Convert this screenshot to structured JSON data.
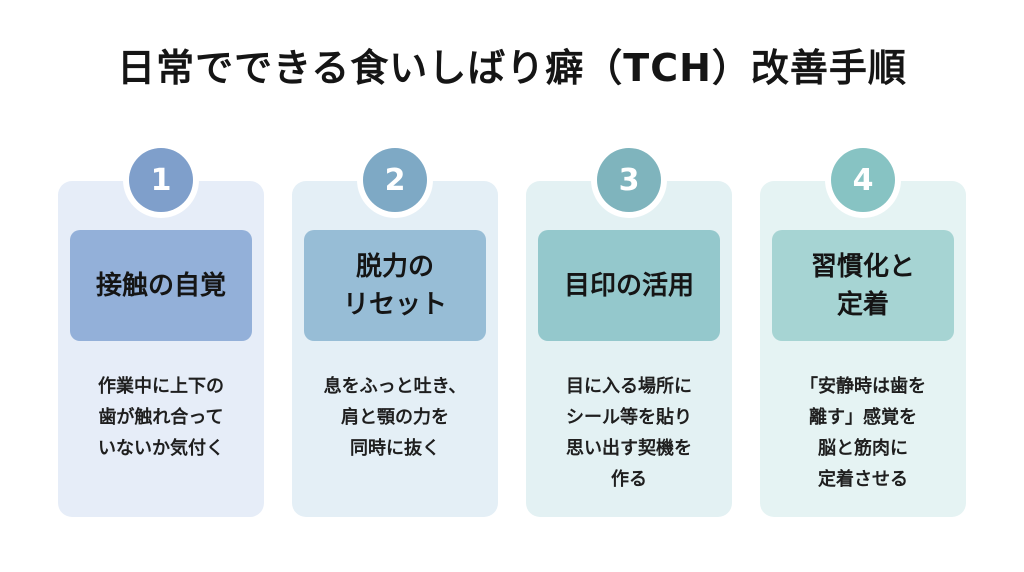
{
  "title": "日常でできる食いしばり癖（TCH）改善手順",
  "steps": [
    {
      "number": "1",
      "heading": "接触の自覚",
      "description": "作業中に上下の\n歯が触れ合って\nいないか気付く",
      "badge_color": "#7f9fcb",
      "card_color": "#e6edf8",
      "heading_color": "#93b0d9"
    },
    {
      "number": "2",
      "heading": "脱力の\nリセット",
      "description": "息をふっと吐き、\n肩と顎の力を\n同時に抜く",
      "badge_color": "#7ea9c5",
      "card_color": "#e4eff6",
      "heading_color": "#97bdd6"
    },
    {
      "number": "3",
      "heading": "目印の活用",
      "description": "目に入る場所に\nシール等を貼り\n思い出す契機を\n作る",
      "badge_color": "#7fb4bd",
      "card_color": "#e3f1f3",
      "heading_color": "#94c8cc"
    },
    {
      "number": "4",
      "heading": "習慣化と\n定着",
      "description": "「安静時は歯を\n離す」感覚を\n脳と筋肉に\n定着させる",
      "badge_color": "#87c3c3",
      "card_color": "#e5f3f3",
      "heading_color": "#a6d4d3"
    }
  ]
}
